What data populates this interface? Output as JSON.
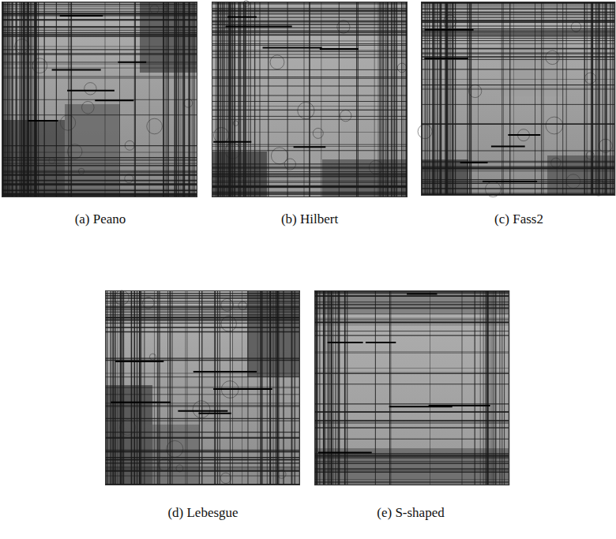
{
  "diagram": {
    "labels": [
      "(a) Peano",
      "(b) Hilbert",
      "(c) Fass2",
      "(d) Lebesgue",
      "(e) S-shaped"
    ]
  }
}
